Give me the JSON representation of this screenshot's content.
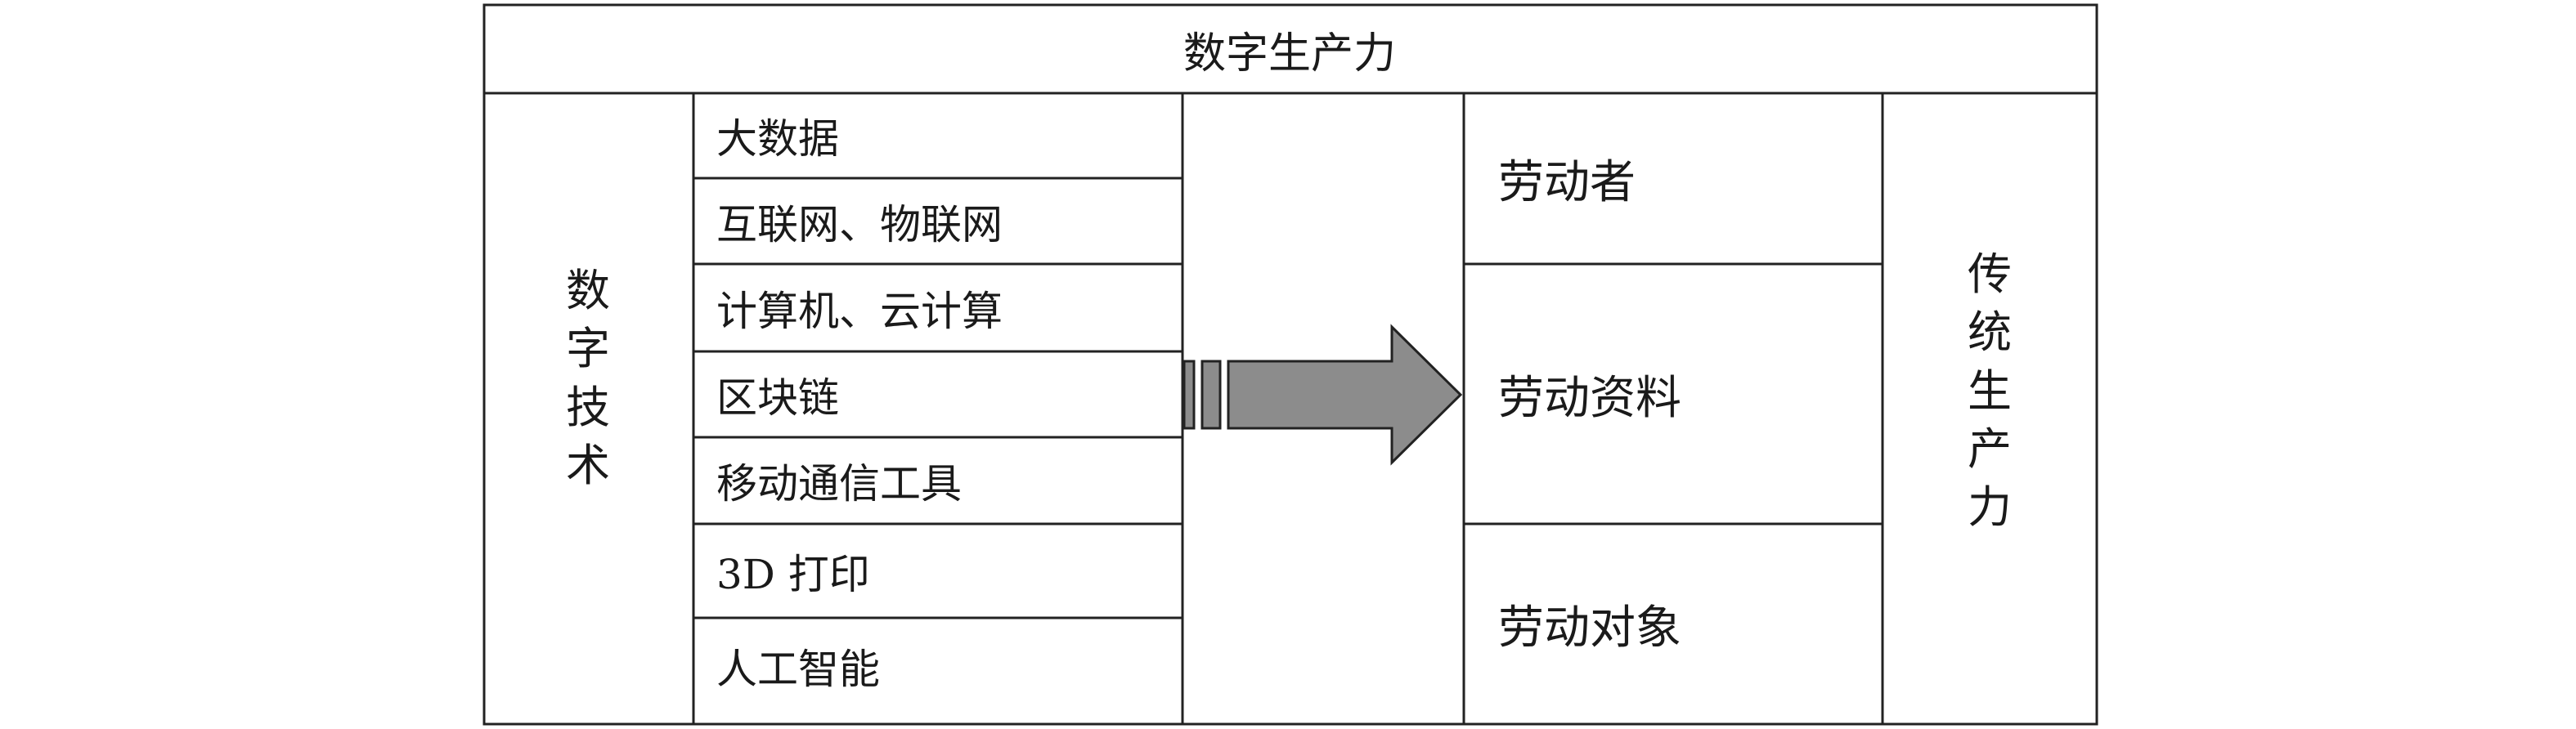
{
  "title": "数字生产力",
  "left_label": [
    "数",
    "字",
    "技",
    "术"
  ],
  "digital_tech": [
    "大数据",
    "互联网、物联网",
    "计算机、云计算",
    "区块链",
    "移动通信工具",
    "3D 打印",
    "人工智能"
  ],
  "factors": [
    "劳动者",
    "劳动资料",
    "劳动对象"
  ],
  "right_label": [
    "传",
    "统",
    "生",
    "产",
    "力"
  ],
  "colors": {
    "line": "#222222",
    "arrow_fill": "#8c8c8c",
    "text": "#1a1a1a"
  }
}
